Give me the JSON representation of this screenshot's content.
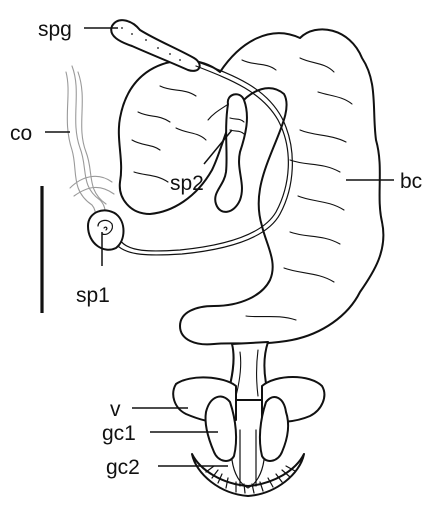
{
  "labels": {
    "spg": "spg",
    "co": "co",
    "sp2": "sp2",
    "bc": "bc",
    "sp1": "sp1",
    "v": "v",
    "gc1": "gc1",
    "gc2": "gc2"
  },
  "colors": {
    "ink": "#111111",
    "paper": "#ffffff",
    "faint_outline": "#9a9a9a"
  }
}
